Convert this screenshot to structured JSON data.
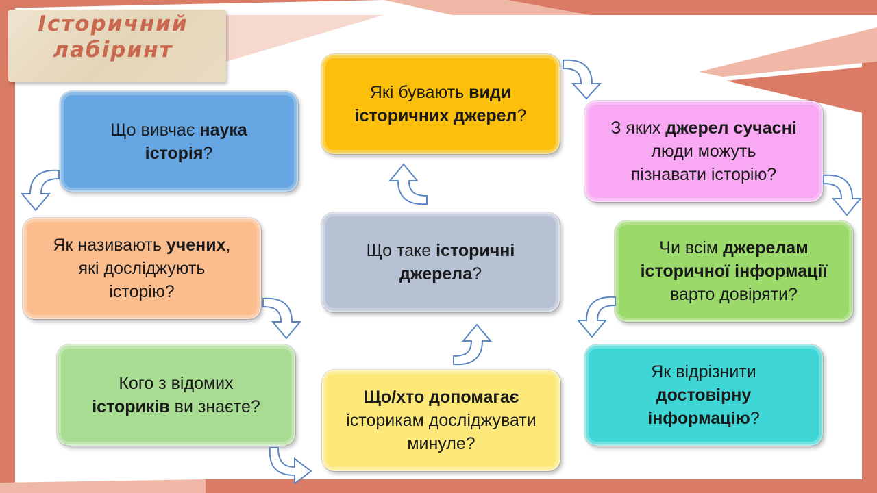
{
  "slide": {
    "title_line1": "Історичний",
    "title_line2": "лабіринт"
  },
  "colors": {
    "frame": "#d97b65",
    "frame_light": "#efb8a6",
    "arrow_stroke": "#5b86c4",
    "card_blue": "#66a6e2",
    "card_yellow": "#fbbf0c",
    "card_pink": "#f9a9f3",
    "card_orange": "#fbbd8e",
    "card_gray": "#b7c1d4",
    "card_green_right": "#9ad96a",
    "card_green_left": "#a8dc93",
    "card_light_yellow": "#fde97a",
    "card_teal": "#3fd6d6"
  },
  "cards": {
    "science": {
      "t1": "Що вивчає ",
      "b1": "наука",
      "t2": "",
      "b2": "історія",
      "t3": "?"
    },
    "types": {
      "t1": "Які бувають ",
      "b1": "види",
      "b2": "історичних джерел",
      "t3": "?"
    },
    "modern": {
      "t1": "З яких ",
      "b1": "джерел сучасні",
      "t2": "люди можуть",
      "t3": "пізнавати історію?"
    },
    "scientists": {
      "t1": "Як називають ",
      "b1": "учених",
      "t2": ",",
      "t3": "які досліджують",
      "t4": "історію?"
    },
    "center": {
      "t1": "Що таке ",
      "b1": "історичні",
      "b2": "джерела",
      "t3": "?"
    },
    "trust": {
      "t1": "Чи всім ",
      "b1": "джерелам",
      "b2": "історичної інформації",
      "t3": "варто довіряти?"
    },
    "historians": {
      "t1": "Кого з відомих",
      "b1": "істориків",
      "t2": " ви знаєте?"
    },
    "helps": {
      "b1": "Що/хто допомагає",
      "t2": "історикам досліджувати",
      "t3": "минуле?"
    },
    "reliable": {
      "t1": "Як відрізнити",
      "b1": "достовірну",
      "b2": "інформацію",
      "t3": "?"
    }
  }
}
